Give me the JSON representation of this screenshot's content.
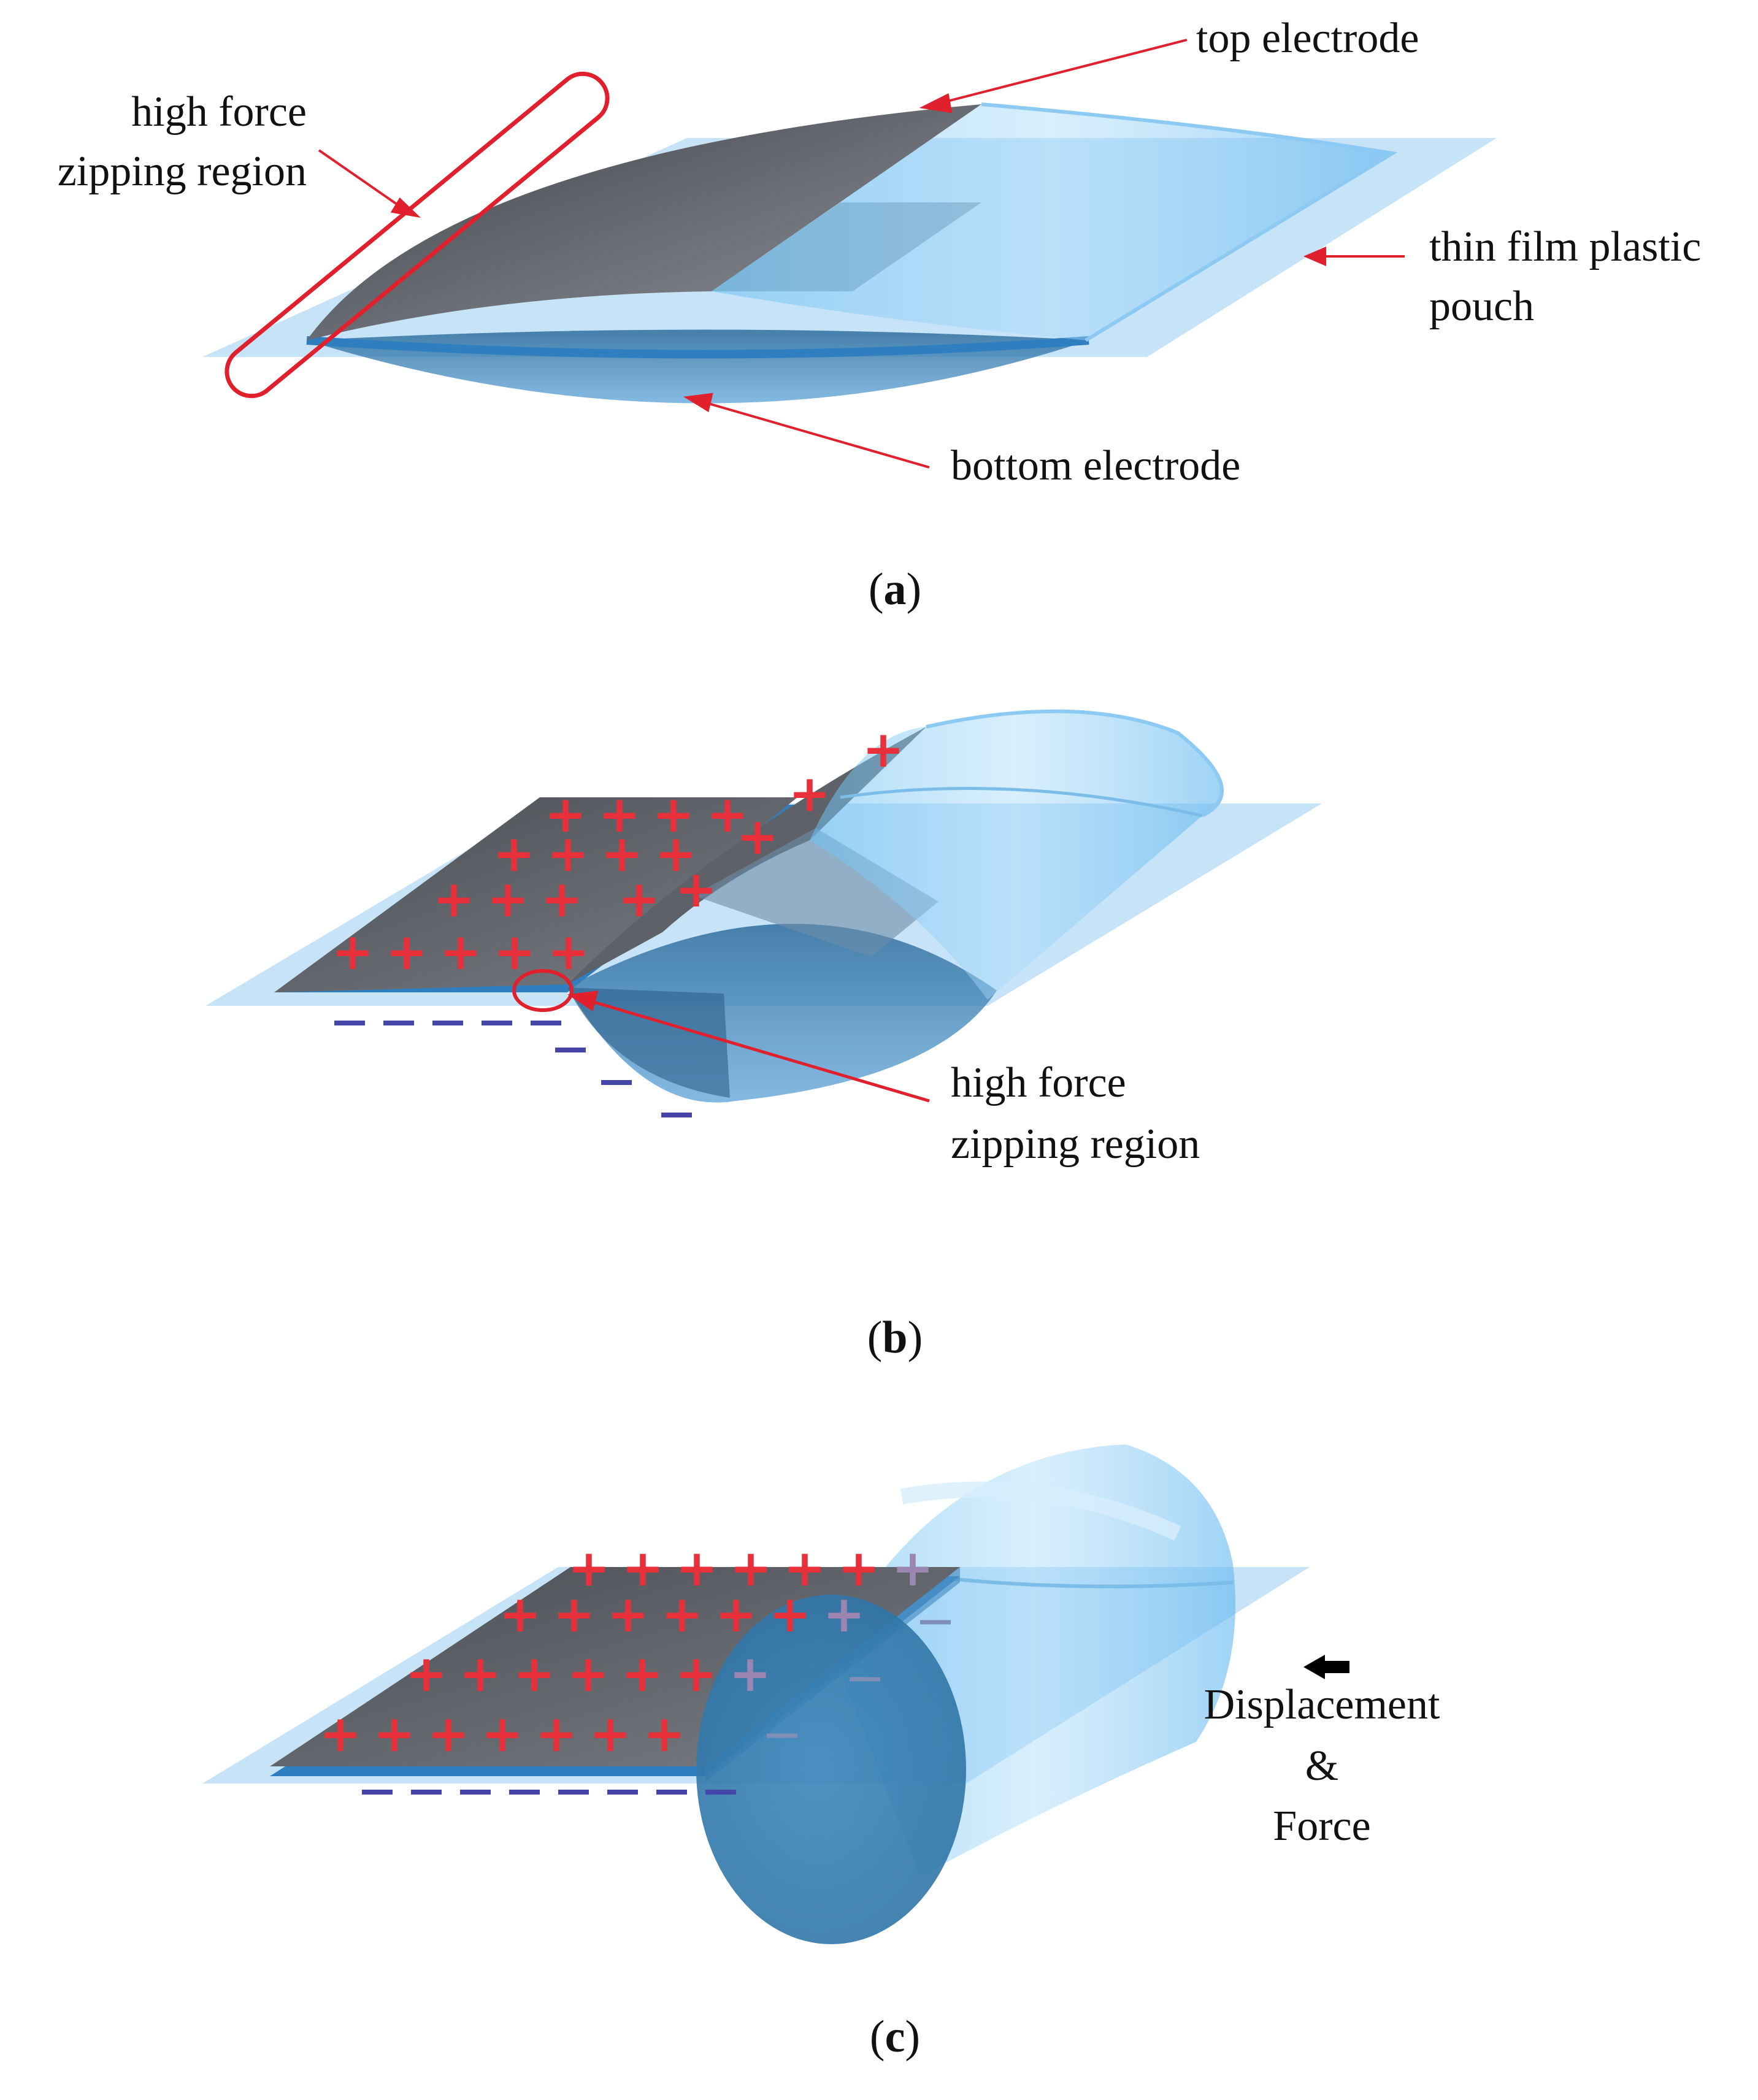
{
  "panel_a": {
    "labels": {
      "top_electrode": "top electrode",
      "high_force_line1": "high force",
      "high_force_line2": "zipping region",
      "thin_film_line1": "thin film plastic",
      "thin_film_line2": "pouch",
      "bottom_electrode": "bottom electrode"
    },
    "caption": {
      "open": "(",
      "letter": "a",
      "close": ")"
    }
  },
  "panel_b": {
    "labels": {
      "high_force_line1": "high force",
      "high_force_line2": "zipping region"
    },
    "charges": {
      "positive": "+",
      "negative": "−"
    },
    "caption": {
      "open": "(",
      "letter": "b",
      "close": ")"
    }
  },
  "panel_c": {
    "labels": {
      "displacement": "Displacement",
      "ampersand": "&",
      "force": "Force"
    },
    "charges": {
      "positive": "+",
      "negative": "−"
    },
    "caption": {
      "open": "(",
      "letter": "c",
      "close": ")"
    }
  },
  "colors": {
    "film": "#b9dcf6",
    "pouch": "#5ab4ee",
    "electrode": "#555a60",
    "bottom_electrode": "#2f7fc0",
    "annotation": "#e0202c",
    "positive_charge": "#e8303a",
    "negative_charge": "#4646a8"
  }
}
